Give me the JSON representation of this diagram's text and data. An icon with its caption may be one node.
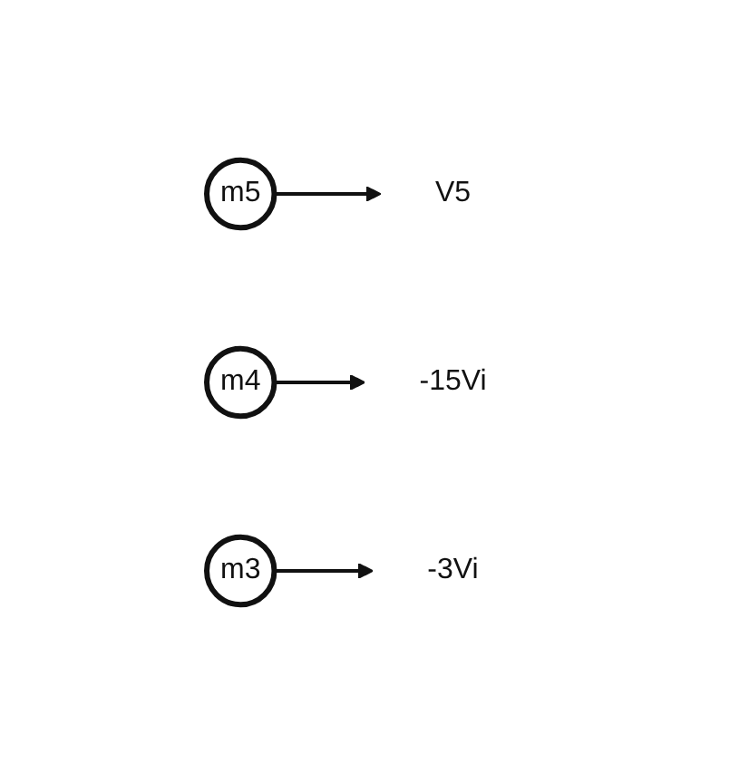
{
  "diagram": {
    "nodes": [
      {
        "text": [
          "m5"
        ]
      },
      {
        "text": [
          "V5"
        ]
      },
      {
        "text": [
          "m4"
        ]
      },
      {
        "text": [
          "-15Vi"
        ]
      },
      {
        "text": [
          "m3"
        ]
      },
      {
        "text": [
          "-3Vi"
        ]
      }
    ],
    "edges": [
      {
        "from": 0,
        "to": 1,
        "arrow": "to"
      },
      {
        "from": 2,
        "to": 3,
        "arrow": "to"
      },
      {
        "from": 4,
        "to": 5,
        "arrow": "to"
      }
    ]
  }
}
